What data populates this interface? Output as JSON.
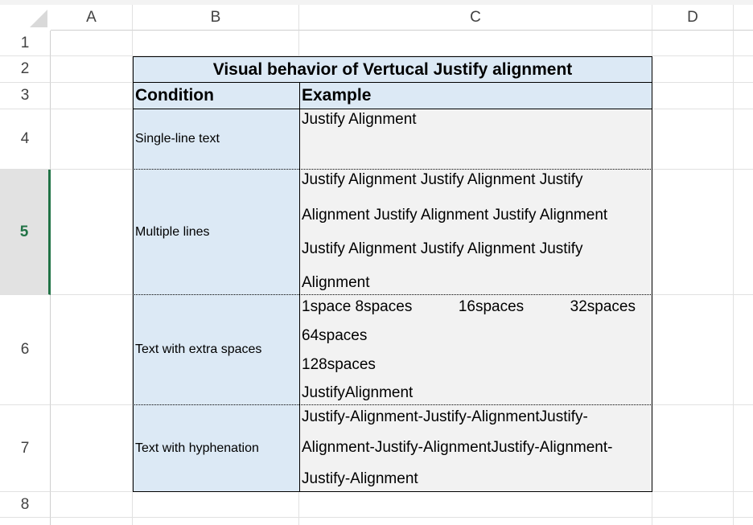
{
  "columns": [
    "A",
    "B",
    "C",
    "D"
  ],
  "rows": [
    "1",
    "2",
    "3",
    "4",
    "5",
    "6",
    "7",
    "8"
  ],
  "selected_row": "5",
  "table": {
    "title": "Visual behavior of Vertucal Justify alignment",
    "header_condition": "Condition",
    "header_example": "Example",
    "rows": [
      {
        "condition": "Single-line text",
        "example_lines": [
          "Justify Alignment"
        ]
      },
      {
        "condition": "Multiple lines",
        "example_lines": [
          "Justify Alignment Justify Alignment Justify",
          "Alignment Justify Alignment Justify Alignment",
          "Justify Alignment Justify Alignment Justify",
          "Alignment"
        ]
      },
      {
        "condition": "Text with extra spaces",
        "example_first_line": [
          "1space 8spaces",
          "16spaces",
          "32spaces"
        ],
        "example_lines": [
          "64spaces",
          "128spaces",
          "JustifyAlignment"
        ]
      },
      {
        "condition": "Text with hyphenation",
        "example_lines": [
          "Justify-Alignment-Justify-AlignmentJustify-",
          "Alignment-Justify-AlignmentJustify-Alignment-",
          "Justify-Alignment"
        ]
      }
    ]
  },
  "colors": {
    "header_fill": "#dce9f5",
    "example_fill": "#f2f2f2",
    "selection_green": "#217346",
    "selected_row_header": "#e2e2e2"
  }
}
